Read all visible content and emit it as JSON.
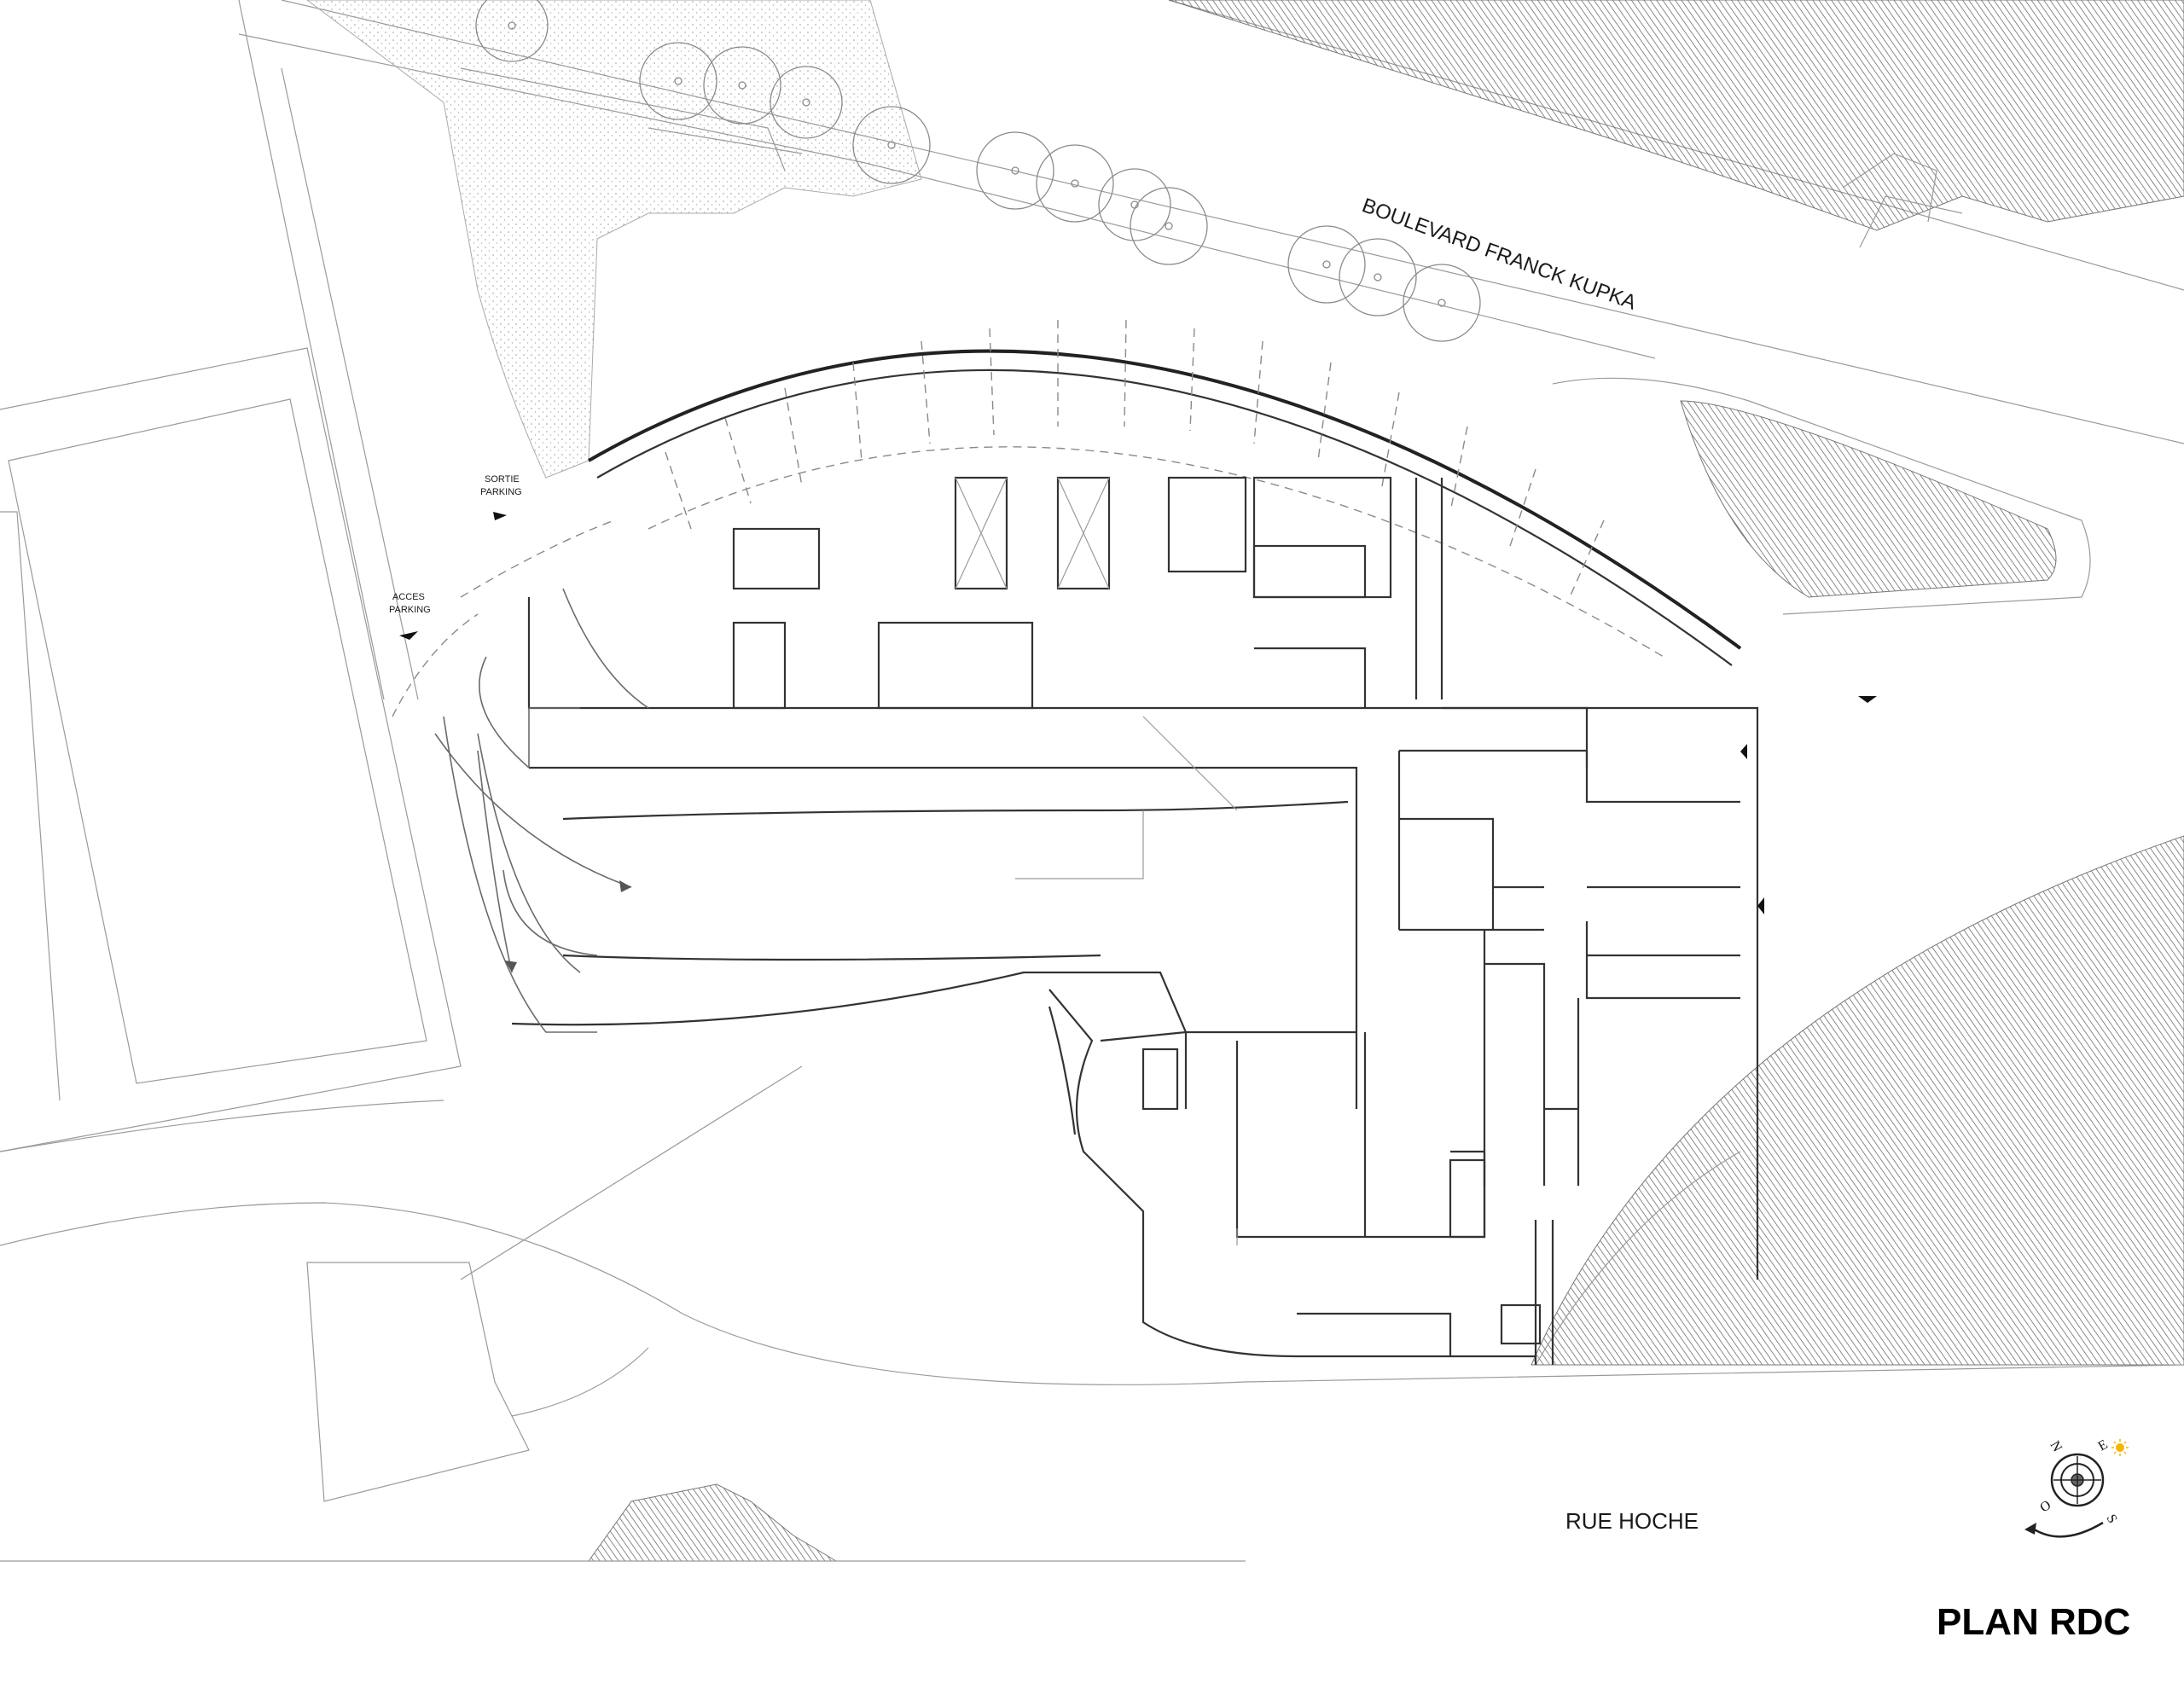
{
  "plan": {
    "street_top": "BOULEVARD FRANCK KUPKA",
    "street_bottom": "RUE HOCHE",
    "exit_parking_line1": "SORTIE",
    "exit_parking_line2": "PARKING",
    "access_parking_line1": "ACCES",
    "access_parking_line2": "PARKING",
    "title": "PLAN RDC"
  },
  "compass": {
    "north": "N",
    "east": "E",
    "south": "S",
    "west": "O"
  },
  "colors": {
    "hatch": "#555555",
    "line": "#9a9a9a",
    "wall": "#333333",
    "sun": "#f2b600"
  }
}
